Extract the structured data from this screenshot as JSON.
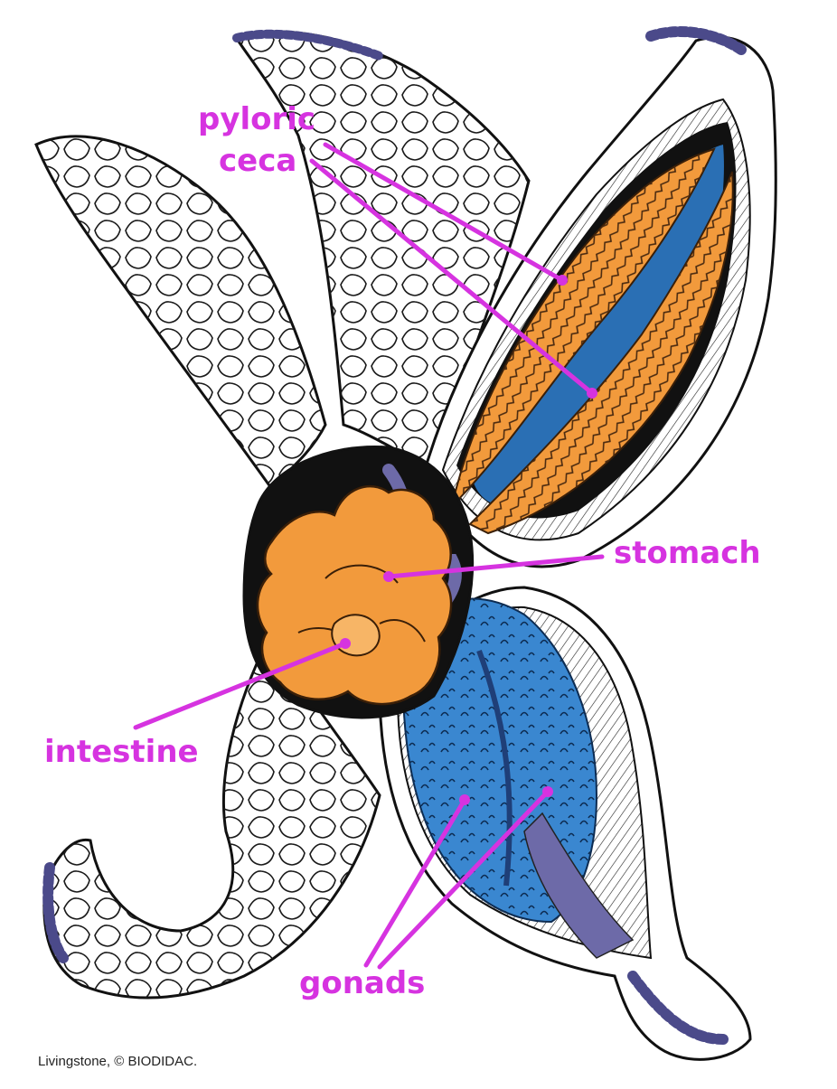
{
  "labels": {
    "pyloric_line1": "pyloric",
    "pyloric_line2": "ceca",
    "stomach": "stomach",
    "intestine": "intestine",
    "gonads": "gonads"
  },
  "credit": "Livingstone, © BIODIDAC.",
  "colors": {
    "label": "#d633e0",
    "pointer": "#d633e0",
    "pyloric_ceca": "#f29a3c",
    "gonads": "#3a87d0",
    "dark_tissue": "#6d6aa8",
    "outline": "#111111",
    "skin": "#ffffff"
  }
}
